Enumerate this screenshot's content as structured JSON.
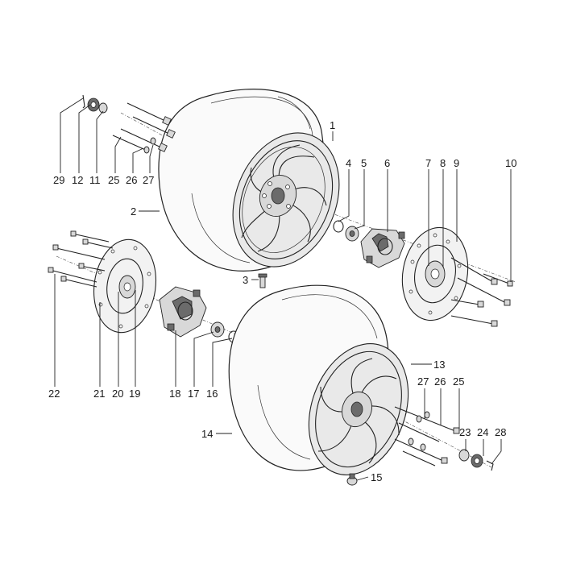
{
  "labels": {
    "l1": "1",
    "l2": "2",
    "l3": "3",
    "l4": "4",
    "l5": "5",
    "l6": "6",
    "l7": "7",
    "l8": "8",
    "l9": "9",
    "l10": "10",
    "l11": "11",
    "l12": "12",
    "l13": "13",
    "l14": "14",
    "l15": "15",
    "l16": "16",
    "l17": "17",
    "l18": "18",
    "l19": "19",
    "l20": "20",
    "l21": "21",
    "l22": "22",
    "l23": "23",
    "l24": "24",
    "l25a": "25",
    "l25b": "25",
    "l26a": "26",
    "l26b": "26",
    "l27a": "27",
    "l27b": "27",
    "l28": "28",
    "l29": "29"
  }
}
